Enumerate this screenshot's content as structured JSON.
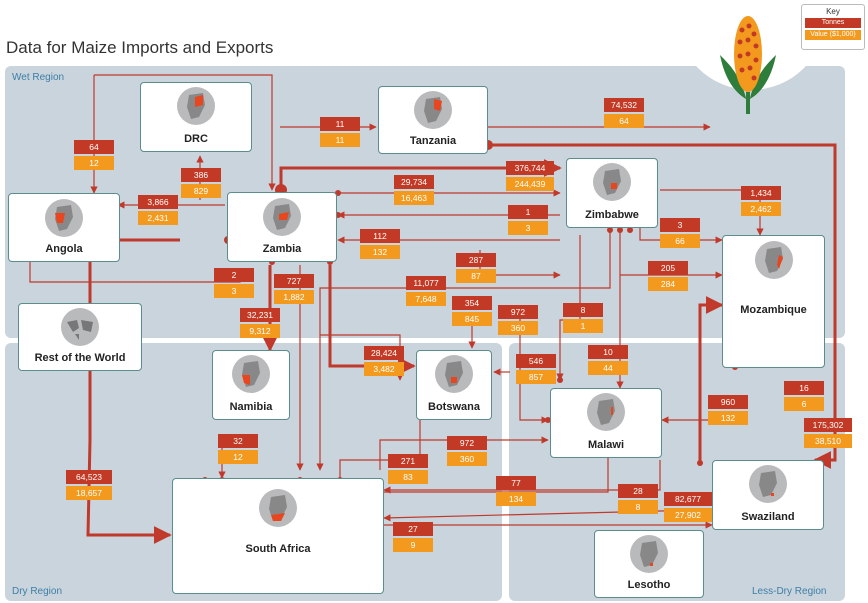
{
  "title": "Data for Maize Imports and Exports",
  "regions": {
    "wet": "Wet Region",
    "dry": "Dry Region",
    "less_dry": "Less-Dry Region"
  },
  "key": {
    "title": "Key",
    "tonnes": "Tonnes",
    "value": "Value ($1,000)"
  },
  "colors": {
    "tonnes": "#c23a25",
    "value": "#f39a1e",
    "flow": "#c0392b",
    "region": "#c9d4dd"
  },
  "countries": {
    "drc": "DRC",
    "tanzania": "Tanzania",
    "angola": "Angola",
    "zambia": "Zambia",
    "zimbabwe": "Zimbabwe",
    "mozambique": "Mozambique",
    "rest_of_world": "Rest of the World",
    "namibia": "Namibia",
    "botswana": "Botswana",
    "malawi": "Malawi",
    "swaziland": "Swaziland",
    "south_africa": "South Africa",
    "lesotho": "Lesotho"
  },
  "flows": [
    {
      "tonnes": "64",
      "value": "12"
    },
    {
      "tonnes": "386",
      "value": "829"
    },
    {
      "tonnes": "3,866",
      "value": "2,431"
    },
    {
      "tonnes": "11",
      "value": "11"
    },
    {
      "tonnes": "74,532",
      "value": "64"
    },
    {
      "tonnes": "29,734",
      "value": "16,463"
    },
    {
      "tonnes": "376,744",
      "value": "244,439"
    },
    {
      "tonnes": "1,434",
      "value": "2,462"
    },
    {
      "tonnes": "1",
      "value": "3"
    },
    {
      "tonnes": "3",
      "value": "66"
    },
    {
      "tonnes": "112",
      "value": "132"
    },
    {
      "tonnes": "287",
      "value": "87"
    },
    {
      "tonnes": "2",
      "value": "3"
    },
    {
      "tonnes": "727",
      "value": "1,882"
    },
    {
      "tonnes": "11,077",
      "value": "7,648"
    },
    {
      "tonnes": "205",
      "value": "284"
    },
    {
      "tonnes": "354",
      "value": "845"
    },
    {
      "tonnes": "972",
      "value": "360"
    },
    {
      "tonnes": "8",
      "value": "1"
    },
    {
      "tonnes": "32,231",
      "value": "9,312"
    },
    {
      "tonnes": "28,424",
      "value": "3,482"
    },
    {
      "tonnes": "546",
      "value": "857"
    },
    {
      "tonnes": "10",
      "value": "44"
    },
    {
      "tonnes": "960",
      "value": "132"
    },
    {
      "tonnes": "16",
      "value": "6"
    },
    {
      "tonnes": "175,302",
      "value": "38,510"
    },
    {
      "tonnes": "32",
      "value": "12"
    },
    {
      "tonnes": "972",
      "value": "360"
    },
    {
      "tonnes": "271",
      "value": "83"
    },
    {
      "tonnes": "64,523",
      "value": "18,657"
    },
    {
      "tonnes": "77",
      "value": "134"
    },
    {
      "tonnes": "28",
      "value": "8"
    },
    {
      "tonnes": "82,677",
      "value": "27,902"
    },
    {
      "tonnes": "27",
      "value": "9"
    }
  ]
}
